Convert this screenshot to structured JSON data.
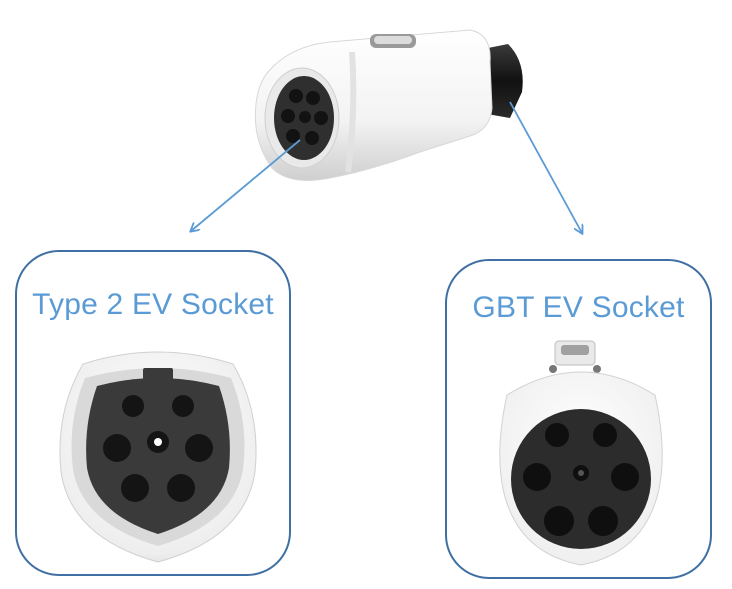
{
  "panels": {
    "type2": {
      "title": "Type 2 EV Socket"
    },
    "gbt": {
      "title": "GBT EV Socket"
    }
  },
  "colors": {
    "arrow": "#5b9bd5",
    "panel_border": "#3f6fa3",
    "title": "#5b9bd5",
    "plug_body": "#f2f2f2",
    "plug_face": "#2b2b2b"
  },
  "icons": {
    "adapter": "ev-adapter-plug-photo",
    "type2_socket": "type2-socket-photo",
    "gbt_socket": "gbt-socket-photo"
  }
}
